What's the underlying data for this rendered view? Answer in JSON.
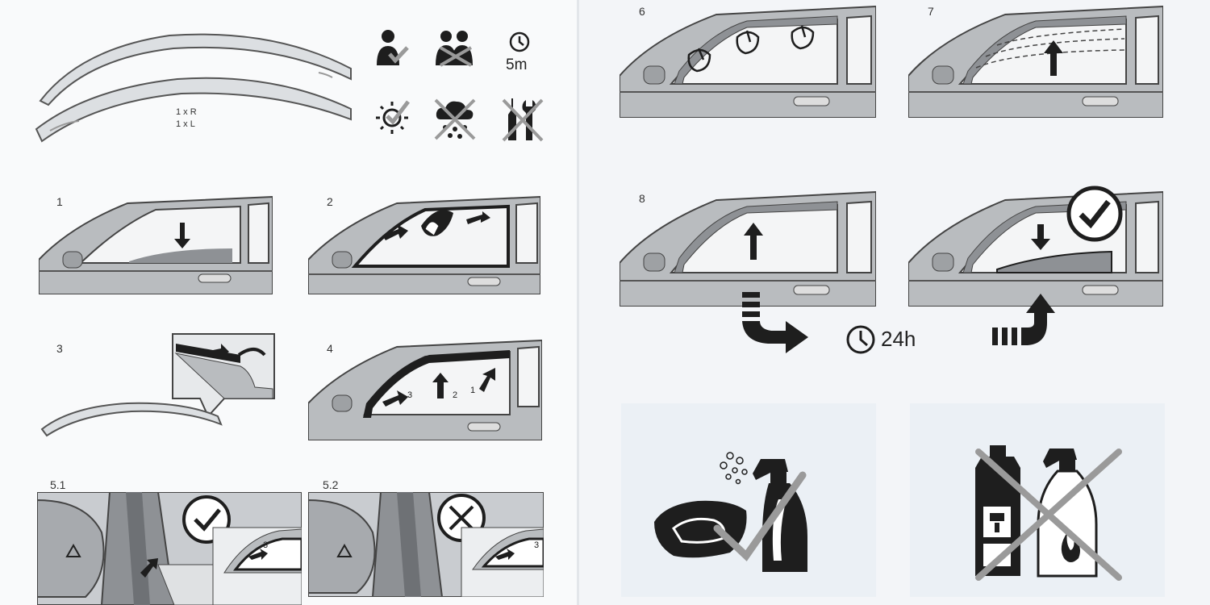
{
  "parts": {
    "right_count": "1 x R",
    "left_count": "1 x L"
  },
  "requirements": {
    "time_label": "5m",
    "icons": [
      "one-person-icon",
      "two-person-crossed-icon",
      "clock-icon",
      "sun-check-icon",
      "rain-crossed-icon",
      "tools-crossed-icon"
    ]
  },
  "steps": {
    "s1": "1",
    "s2": "2",
    "s3": "3",
    "s4": "4",
    "s5_1": "5.1",
    "s5_2": "5.2",
    "s6": "6",
    "s7": "7",
    "s8": "8"
  },
  "step4_arrows": {
    "a1": "1",
    "a2": "2",
    "a3": "3"
  },
  "step5_inset": "3",
  "step8": {
    "wait_label": "24h"
  },
  "colors": {
    "ink": "#1e1e1e",
    "check_gray": "#9a9a9a",
    "car_fill": "#b9bcbf",
    "window_fill": "#f4f5f6"
  }
}
